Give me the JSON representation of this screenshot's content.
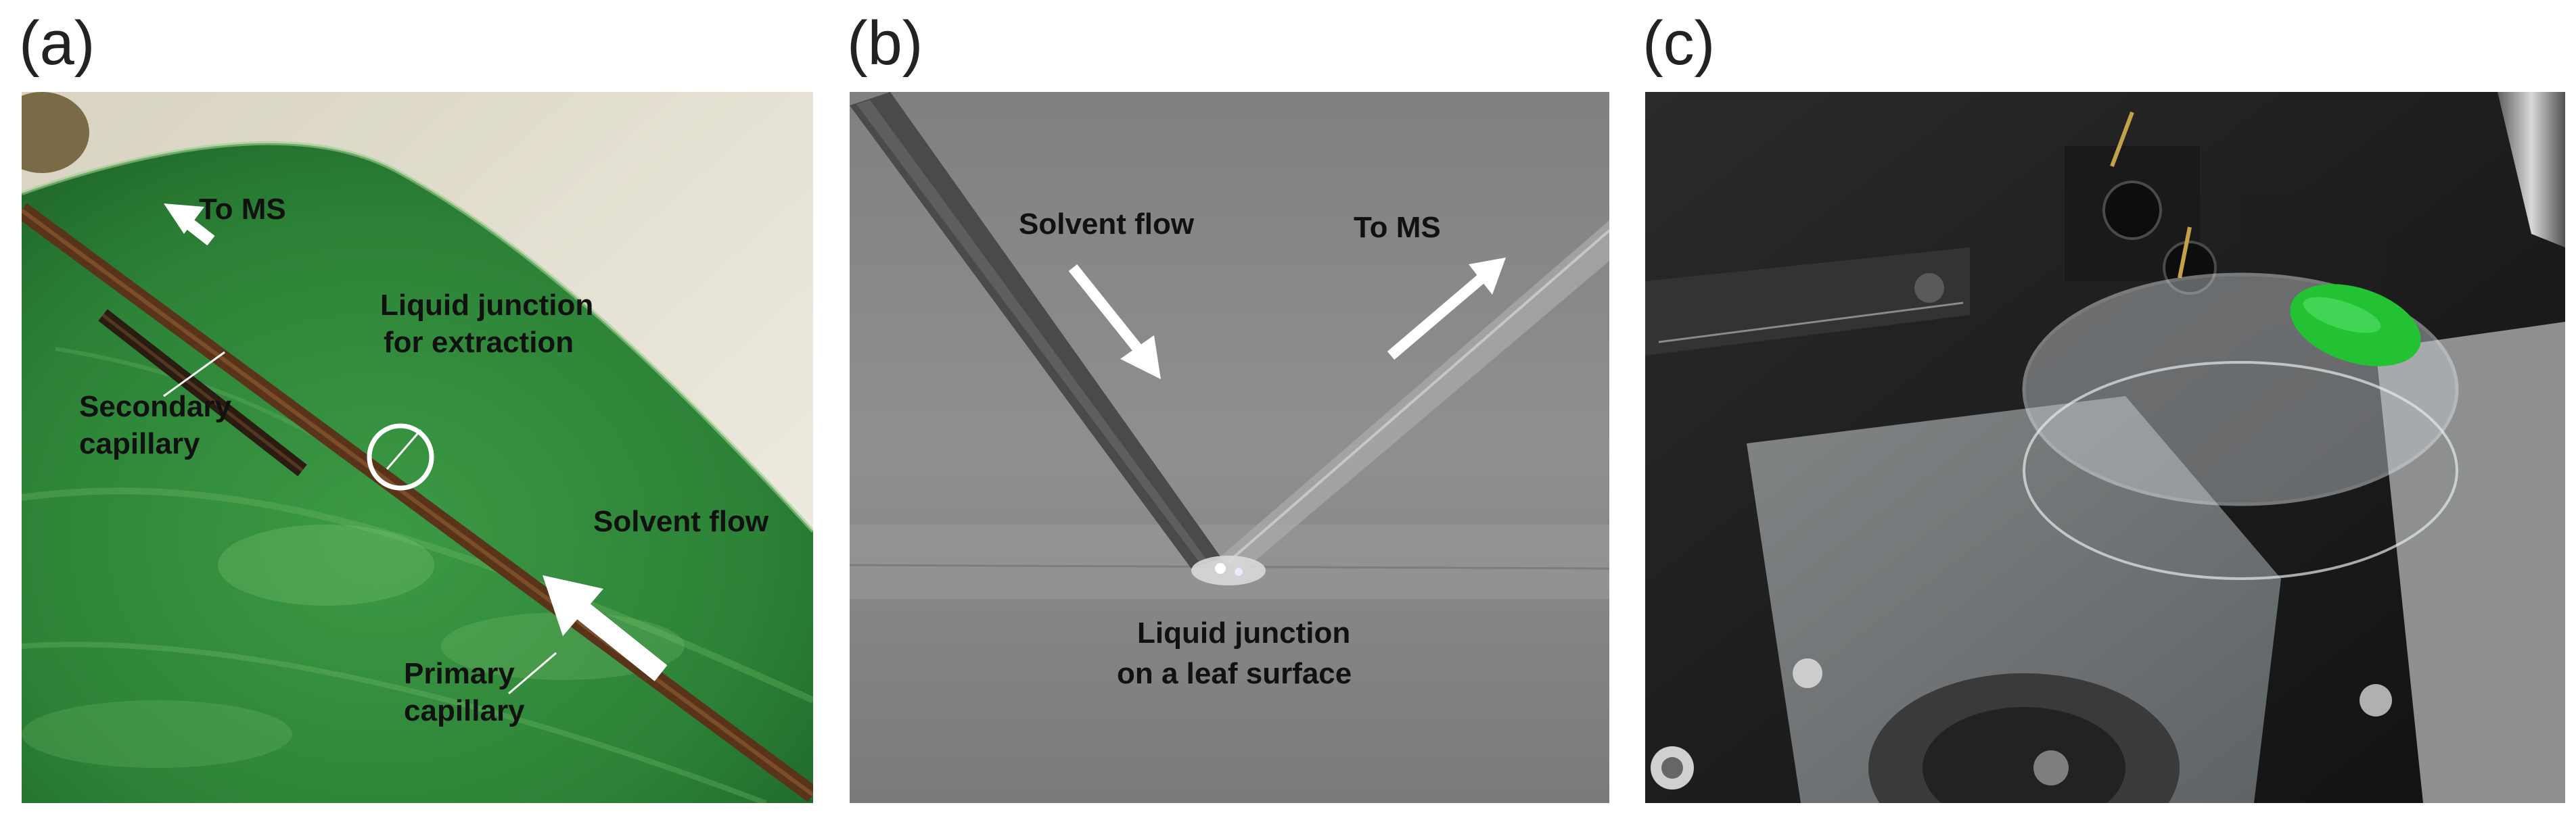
{
  "figure": {
    "panels": [
      {
        "label": "(a)",
        "annotations": {
          "to_ms": "To MS",
          "liquid_junction_line1": "Liquid junction",
          "liquid_junction_line2": "for extraction",
          "secondary_line1": "Secondary",
          "secondary_line2": "capillary",
          "solvent_flow": "Solvent flow",
          "primary_line1": "Primary",
          "primary_line2": "capillary"
        }
      },
      {
        "label": "(b)",
        "annotations": {
          "solvent_flow": "Solvent flow",
          "to_ms": "To MS",
          "liquid_junction_line1": "Liquid junction",
          "liquid_junction_line2": "on a leaf surface"
        }
      },
      {
        "label": "(c)",
        "annotations": {}
      }
    ]
  },
  "colors": {
    "leaf_green": "#2f8a3a",
    "leaf_dark": "#1d6628",
    "background_cream": "#e6e2d4",
    "capillary_brown": "#6a3e1e",
    "gray_background": "#8d8d8d",
    "bright_leaf": "#22c233",
    "arrow_white": "#ffffff"
  }
}
